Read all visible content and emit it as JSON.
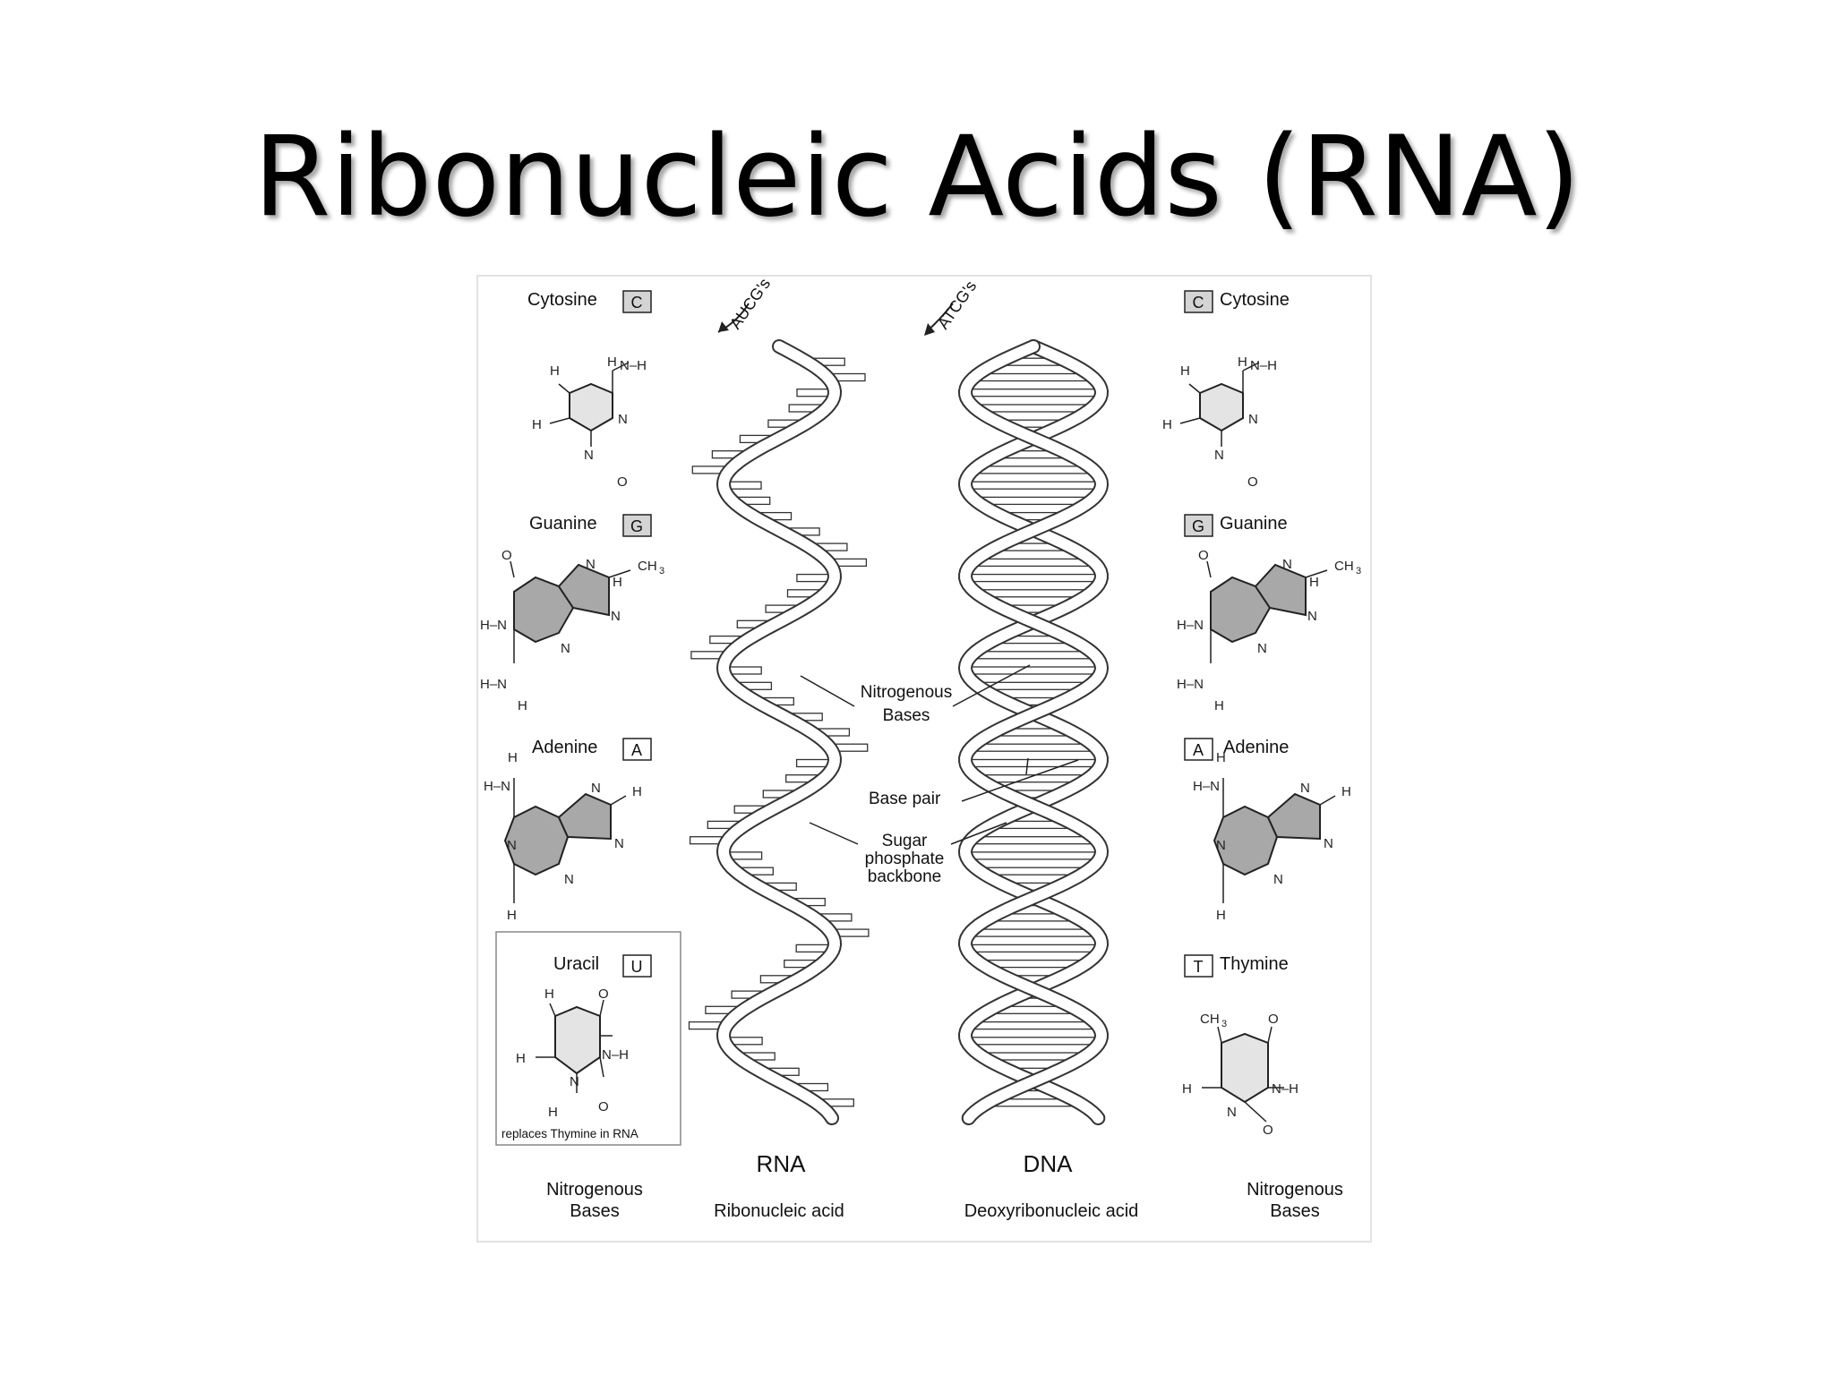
{
  "title": "Ribonucleic Acids (RNA)",
  "bases_left": {
    "cytosine": {
      "name": "Cytosine",
      "letter": "C"
    },
    "guanine": {
      "name": "Guanine",
      "letter": "G"
    },
    "adenine": {
      "name": "Adenine",
      "letter": "A"
    },
    "uracil": {
      "name": "Uracil",
      "letter": "U",
      "note": "replaces Thymine in RNA"
    },
    "caption": [
      "Nitrogenous",
      "Bases"
    ]
  },
  "bases_right": {
    "cytosine": {
      "name": "Cytosine",
      "letter": "C"
    },
    "guanine": {
      "name": "Guanine",
      "letter": "G"
    },
    "adenine": {
      "name": "Adenine",
      "letter": "A"
    },
    "thymine": {
      "name": "Thymine",
      "letter": "T"
    },
    "caption": [
      "Nitrogenous",
      "Bases"
    ]
  },
  "rna": {
    "pointer": "AUCG's",
    "label": "RNA",
    "caption": "Ribonucleic acid"
  },
  "dna": {
    "pointer": "ATCG's",
    "label": "DNA",
    "caption": "Deoxyribonucleic acid"
  },
  "callouts": {
    "nitrogenous_bases": [
      "Nitrogenous",
      "Bases"
    ],
    "base_pair": "Base pair",
    "sugar_backbone": [
      "Sugar",
      "phosphate",
      "backbone"
    ]
  },
  "atoms": {
    "H": "H",
    "N": "N",
    "O": "O",
    "NH": "N–H",
    "HN": "H–N",
    "CH": "CH",
    "three": "3"
  },
  "colors": {
    "pyrimidine_fill": "#e4e4e4",
    "purine_fill": "#a8a8a8",
    "letter_box_fill": "#d4d4d4"
  }
}
